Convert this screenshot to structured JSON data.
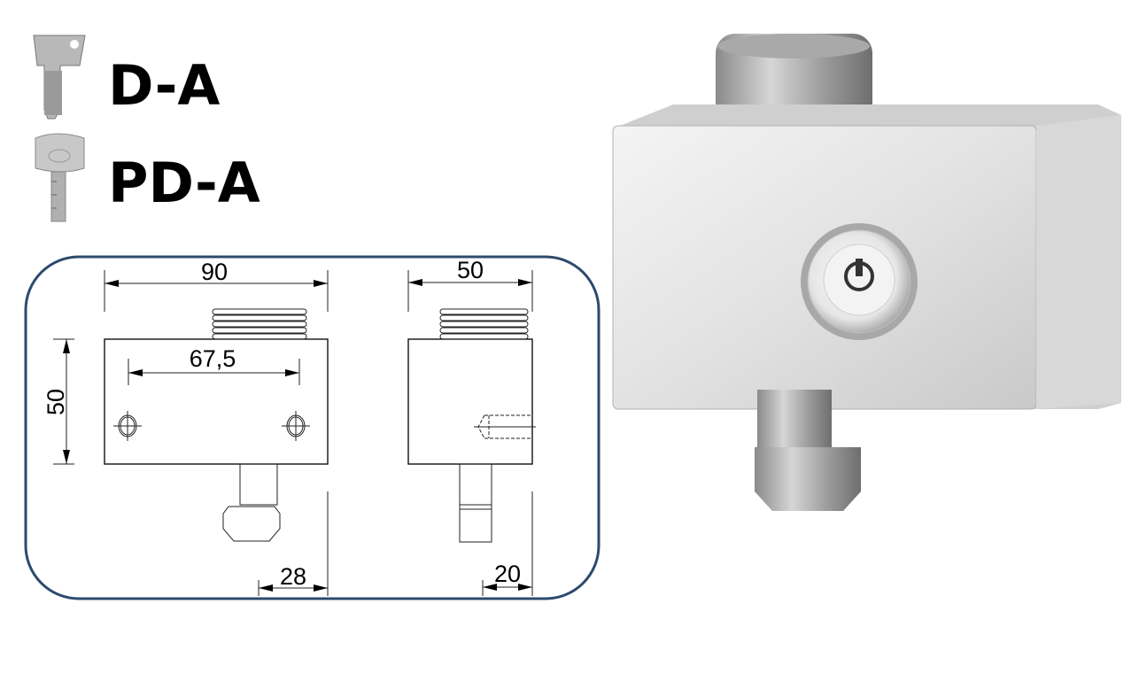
{
  "models": [
    {
      "label": "D-A",
      "key_icon": "flat-key-icon"
    },
    {
      "label": "PD-A",
      "key_icon": "dimple-key-icon"
    }
  ],
  "drawing": {
    "front_view": {
      "width": "90",
      "height": "50",
      "hole_spacing": "67,5",
      "pin_offset": "28"
    },
    "side_view": {
      "depth": "50",
      "pin_offset": "20"
    }
  },
  "colors": {
    "frame": "#2c4a6e"
  }
}
